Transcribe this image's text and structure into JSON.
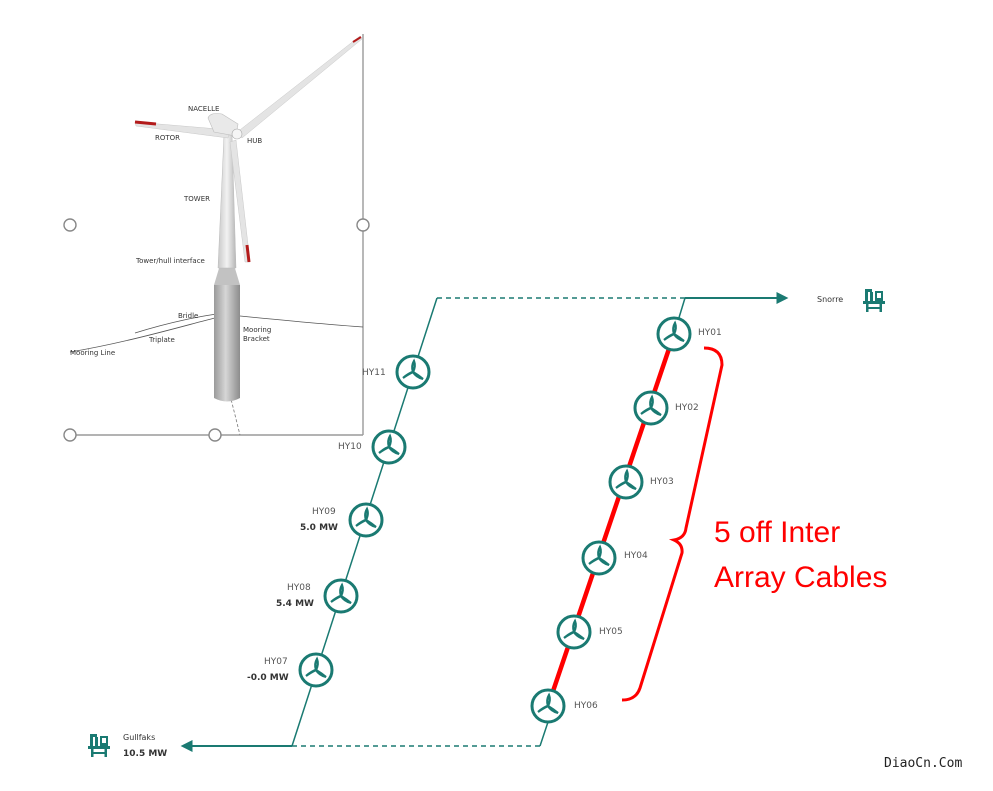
{
  "colors": {
    "teal": "#1a7a72",
    "red": "#ff0000"
  },
  "tower_parts": {
    "nacelle": "NACELLE",
    "rotor": "ROTOR",
    "hub": "HUB",
    "tower": "TOWER",
    "interface": "Tower/hull interface",
    "bridle": "Bridle",
    "triplate": "Triplate",
    "mooring_line": "Mooring Line",
    "mooring_bracket_1": "Mooring",
    "mooring_bracket_2": "Bracket"
  },
  "substations": {
    "snorre": {
      "name": "Snorre",
      "icon": "platform-icon"
    },
    "gullfaks": {
      "name": "Gullfaks",
      "power": "10.5 MW",
      "icon": "platform-icon"
    }
  },
  "turbines_left": [
    {
      "id": "HY11",
      "power": ""
    },
    {
      "id": "HY10",
      "power": ""
    },
    {
      "id": "HY09",
      "power": "5.0 MW"
    },
    {
      "id": "HY08",
      "power": "5.4 MW"
    },
    {
      "id": "HY07",
      "power": "-0.0 MW"
    }
  ],
  "turbines_right": [
    {
      "id": "HY01"
    },
    {
      "id": "HY02"
    },
    {
      "id": "HY03"
    },
    {
      "id": "HY04"
    },
    {
      "id": "HY05"
    },
    {
      "id": "HY06"
    }
  ],
  "annotation": {
    "line1": "5 off Inter",
    "line2": "Array Cables"
  },
  "watermark": "DiaoCn.Com"
}
